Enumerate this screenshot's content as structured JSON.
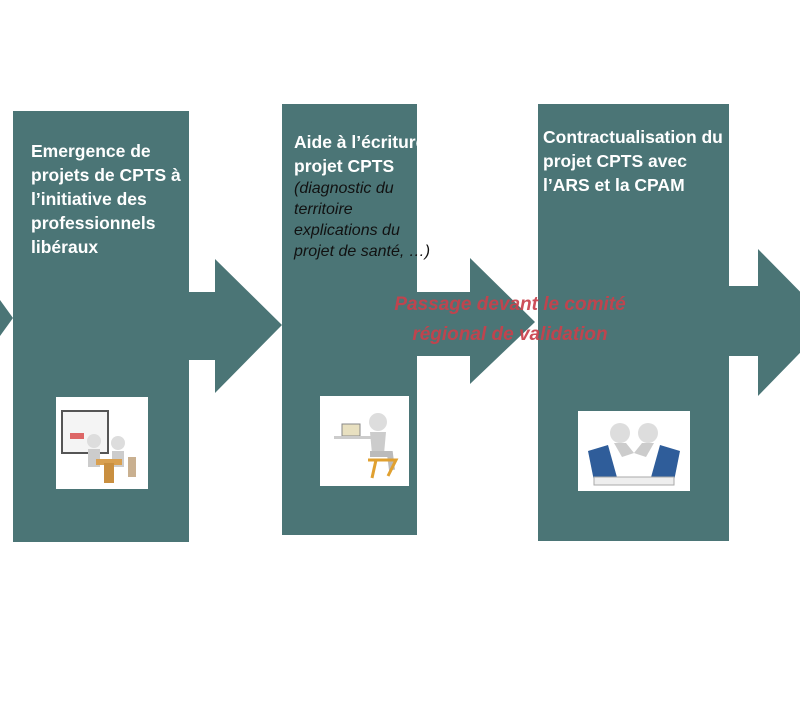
{
  "steps": [
    {
      "title": "Emergence de projets de CPTS à l’initiative des professionnels libéraux",
      "icon": "meeting-illustration"
    },
    {
      "title": "Aide à l’écriture du projet CPTS",
      "subtitle": "(diagnostic du territoire explications du projet de santé, …)",
      "icon": "computer-user-illustration"
    },
    {
      "title": "Contractualisation du projet CPTS avec l’ARS et la CPAM",
      "icon": "handshake-laptops-illustration"
    }
  ],
  "validation_note": {
    "line1": "Passage devant le comité",
    "line2": "régional de validation"
  },
  "colors": {
    "arrow": "#4b7576",
    "note": "#c9404b"
  }
}
